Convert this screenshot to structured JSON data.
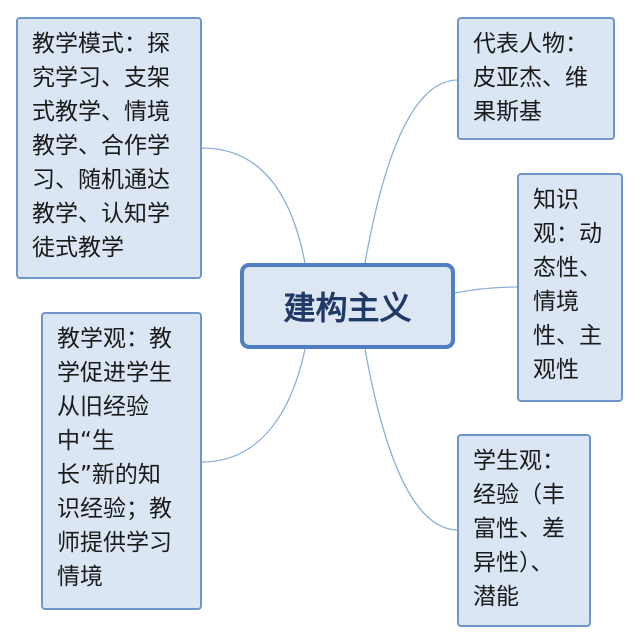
{
  "center": {
    "label": "建构主义"
  },
  "branches": {
    "teaching_models": {
      "text": "教学模式：探\n究学习、支架\n式教学、情境\n教学、合作学\n习、随机通达\n教学、认知学\n徒式教学"
    },
    "teaching_view": {
      "text": "教学观：教\n学促进学生\n从旧经验\n中“生\n长”新的知\n识经验；教\n师提供学习\n情境"
    },
    "representatives": {
      "text": "代表人物：\n皮亚杰、维\n果斯基"
    },
    "knowledge_view": {
      "text": "知识\n观：动\n态性、\n情境\n性、主\n观性"
    },
    "student_view": {
      "text": "学生观：\n经验（丰\n富性、差\n异性）、\n潜能"
    }
  },
  "colors": {
    "node_fill": "#dbe6f4",
    "node_border": "#6f96c9",
    "center_border": "#4f7fc0",
    "connector": "#8fb0d8"
  }
}
